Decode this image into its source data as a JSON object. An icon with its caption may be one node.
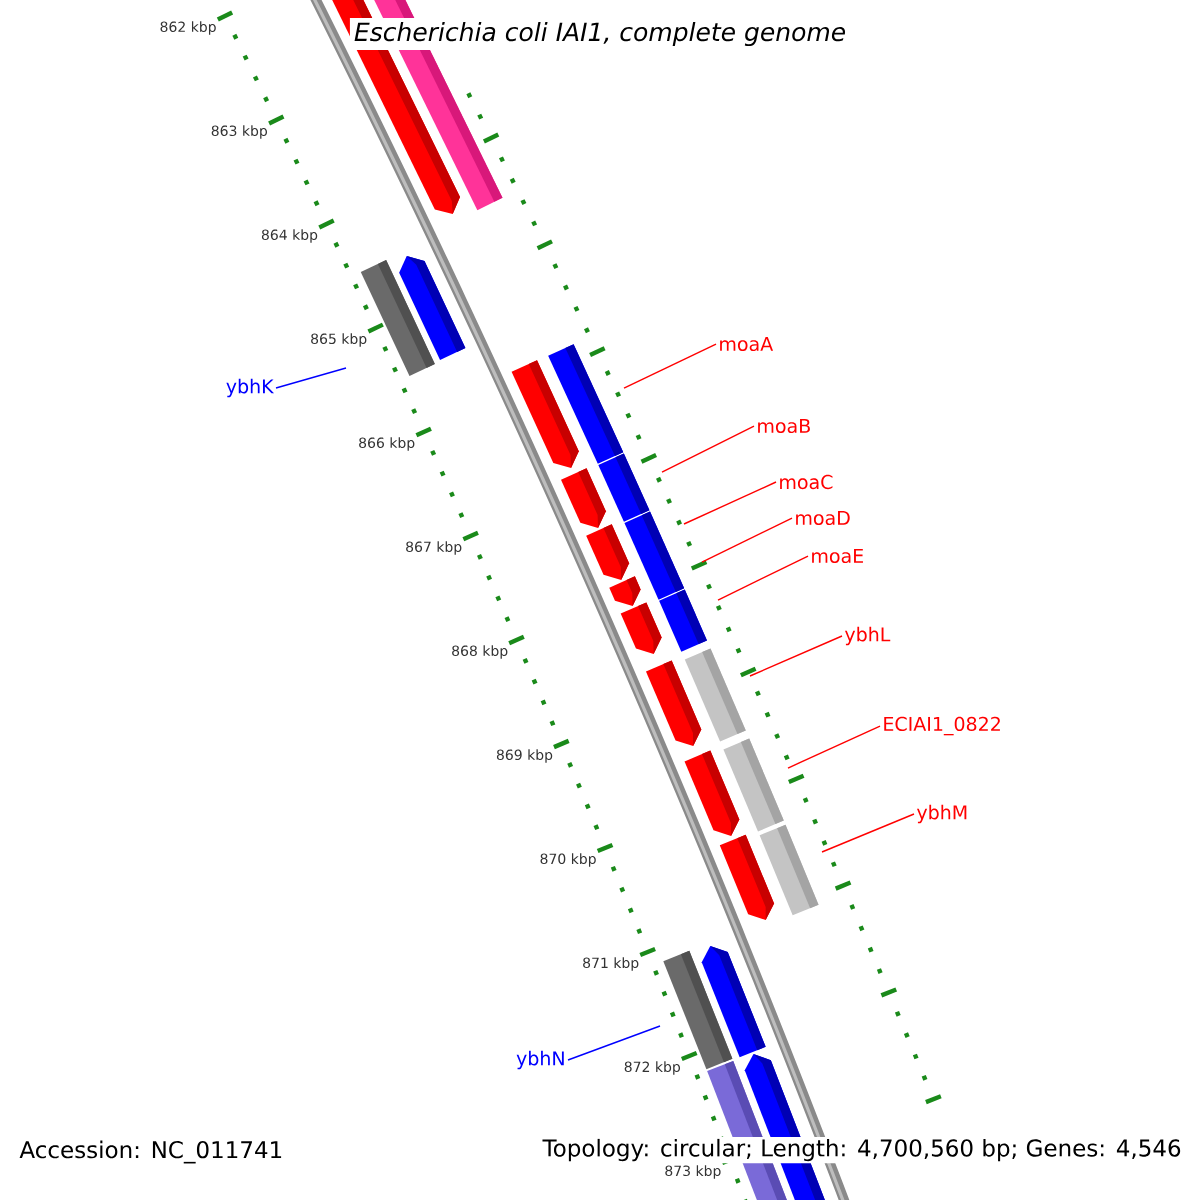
{
  "diagram": {
    "title": "Escherichia coli IAI1, complete genome",
    "nodes": [
      {
        "text": [
          "ybhK"
        ]
      },
      {
        "text": [
          "moaA"
        ]
      },
      {
        "text": [
          "moaB"
        ]
      },
      {
        "text": [
          "moaC"
        ]
      },
      {
        "text": [
          "moaD"
        ]
      },
      {
        "text": [
          "moaE"
        ]
      },
      {
        "text": [
          "ybhL"
        ]
      },
      {
        "text": [
          "ECIAI1_0822"
        ]
      },
      {
        "text": [
          "ybhM"
        ]
      },
      {
        "text": [
          "ybhN"
        ]
      }
    ],
    "edges": [
      {
        "from": 0,
        "to": null,
        "arrow": "none",
        "color": "#0000ff"
      },
      {
        "from": 1,
        "to": null,
        "arrow": "none"
      },
      {
        "from": 2,
        "to": null,
        "arrow": "none"
      },
      {
        "from": 3,
        "to": null,
        "arrow": "none"
      },
      {
        "from": 4,
        "to": null,
        "arrow": "none"
      },
      {
        "from": 5,
        "to": null,
        "arrow": "none"
      },
      {
        "from": 6,
        "to": null,
        "arrow": "none"
      },
      {
        "from": 7,
        "to": null,
        "arrow": "none"
      },
      {
        "from": 8,
        "to": null,
        "arrow": "none"
      },
      {
        "from": 9,
        "to": null,
        "arrow": "none",
        "color": "#0000ff"
      }
    ],
    "labels": [
      "862 kbp",
      "863 kbp",
      "864 kbp",
      "865 kbp",
      "866 kbp",
      "867 kbp",
      "868 kbp",
      "869 kbp",
      "870 kbp",
      "871 kbp",
      "872 kbp",
      "873 kbp",
      "Accession: NC_011741",
      "Topology: circular; Length: 4,700,560 bp; Genes: 4,546"
    ]
  }
}
